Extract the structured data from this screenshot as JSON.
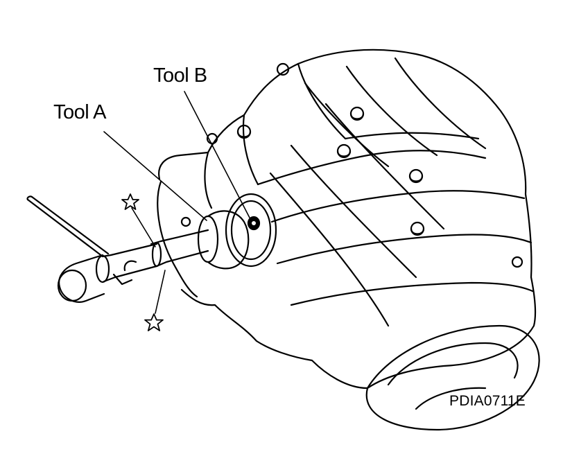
{
  "labels": {
    "tool_a": "Tool A",
    "tool_b": "Tool B",
    "figure_code": "PDIA0711E"
  },
  "symbols": {
    "marker": "star-icon"
  },
  "colors": {
    "line": "#000000",
    "background": "#ffffff"
  }
}
